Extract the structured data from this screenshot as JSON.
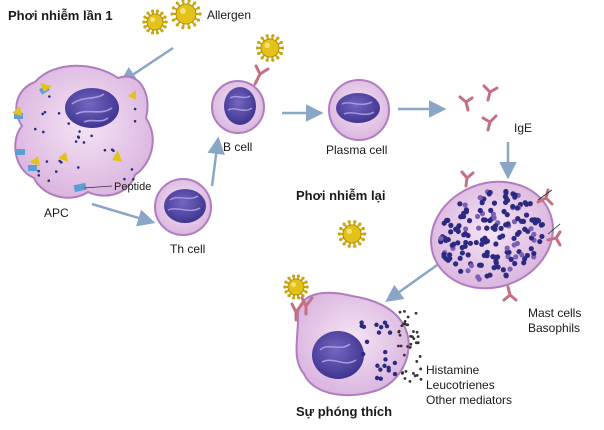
{
  "labels": {
    "first_exposure": "Phơi nhiễm lần 1",
    "allergen": "Allergen",
    "peptide": "Peptide",
    "apc": "APC",
    "th_cell": "Th cell",
    "b_cell": "B cell",
    "plasma_cell": "Plasma cell",
    "ige": "IgE",
    "re_exposure": "Phơi nhiễm lại",
    "mast_cells": "Mast cells",
    "basophils": "Basophils",
    "histamine": "Histamine",
    "leucotrienes": "Leucotrienes",
    "other_mediators": "Other mediators",
    "release": "Sự phóng thích"
  },
  "colors": {
    "cell_fill": "#e6c6ea",
    "cell_edge": "#b07cc0",
    "nucleus": "#5b4fa8",
    "nucleus_line": "#a79be0",
    "allergen": "#e3c21a",
    "antibody": "#c56f82",
    "arrow": "#8aa6c6",
    "granule": "#2c2a80",
    "receptor": "#5d9ed6"
  }
}
